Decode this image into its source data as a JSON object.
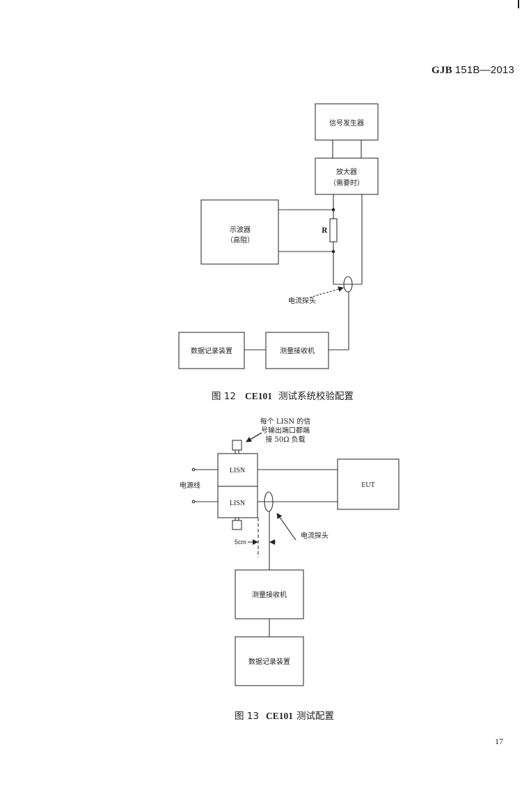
{
  "header": {
    "standard_prefix": "GJB",
    "standard_number": "151B",
    "standard_year": "2013",
    "separator": "—"
  },
  "figure12": {
    "caption_label": "图 12",
    "caption_code": "CE101",
    "caption_text": "测试系统校验配置",
    "blocks": {
      "signal_generator": "信号发生器",
      "amplifier_line1": "放大器",
      "amplifier_line2": "（需要时）",
      "oscilloscope_line1": "示波器",
      "oscilloscope_line2": "（高阻）",
      "data_recorder": "数据记录装置",
      "measurement_receiver": "测量接收机"
    },
    "labels": {
      "resistor": "R",
      "current_probe": "电流探头"
    }
  },
  "figure13": {
    "caption_label": "图 13",
    "caption_code": "CE101",
    "caption_text": "测试配置",
    "blocks": {
      "lisn_top": "LISN",
      "lisn_bottom": "LISN",
      "eut": "EUT",
      "measurement_receiver": "测量接收机",
      "data_recorder": "数据记录装置"
    },
    "labels": {
      "power_lines": "电源线",
      "load_note_line1": "每个 LISN 的信",
      "load_note_line2": "号输出端口都端",
      "load_note_line3": "接 50Ω 负载",
      "current_probe": "电流探头",
      "distance": "5cm"
    }
  },
  "footer": {
    "page_number": "17"
  }
}
